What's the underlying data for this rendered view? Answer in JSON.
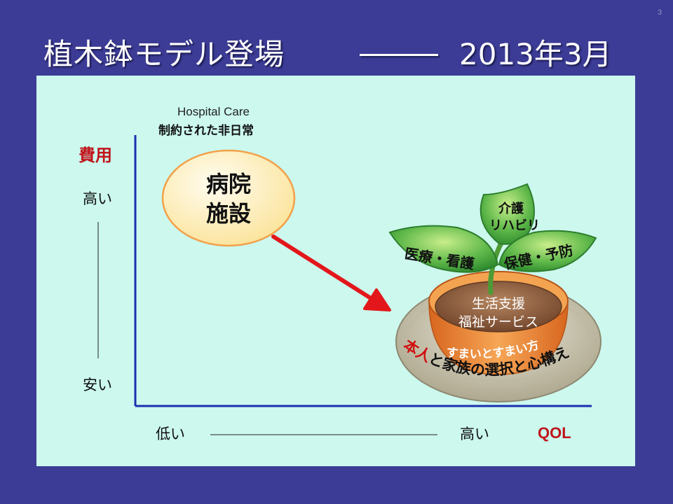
{
  "slide": {
    "page_number": "3",
    "title": "植木鉢モデル登場",
    "title_date": "2013年3月"
  },
  "diagram": {
    "hospital_care_en": "Hospital Care",
    "hospital_care_jp": "制約された非日常",
    "y_axis_label": "費用",
    "y_high": "高い",
    "y_low": "安い",
    "x_low": "低い",
    "x_high": "高い",
    "x_axis_label": "QOL",
    "bubble_line1": "病院",
    "bubble_line2": "施設",
    "leaf_top_line1": "介護",
    "leaf_top_line2": "リハビリ",
    "leaf_left": "医療・看護",
    "leaf_right": "保健・予防",
    "soil_line1": "生活支援",
    "soil_line2": "福祉サービス",
    "pot_text": "すまいとすまい方",
    "saucer_red": "本人",
    "saucer_text": "と家族の選択と心構え"
  },
  "colors": {
    "background": "#3c3c96",
    "panel": "#ccf8ee",
    "axis": "#1a2fb0",
    "accent_red": "#c0151b",
    "arrow": "#e3171b",
    "bubble_fill": "#fdf2b6",
    "bubble_stroke": "#f2a14a",
    "leaf_green": "#3aa33a",
    "pot_orange": "#ee8a33",
    "soil_brown": "#8a5a3a",
    "saucer": "#d2cdb4"
  }
}
